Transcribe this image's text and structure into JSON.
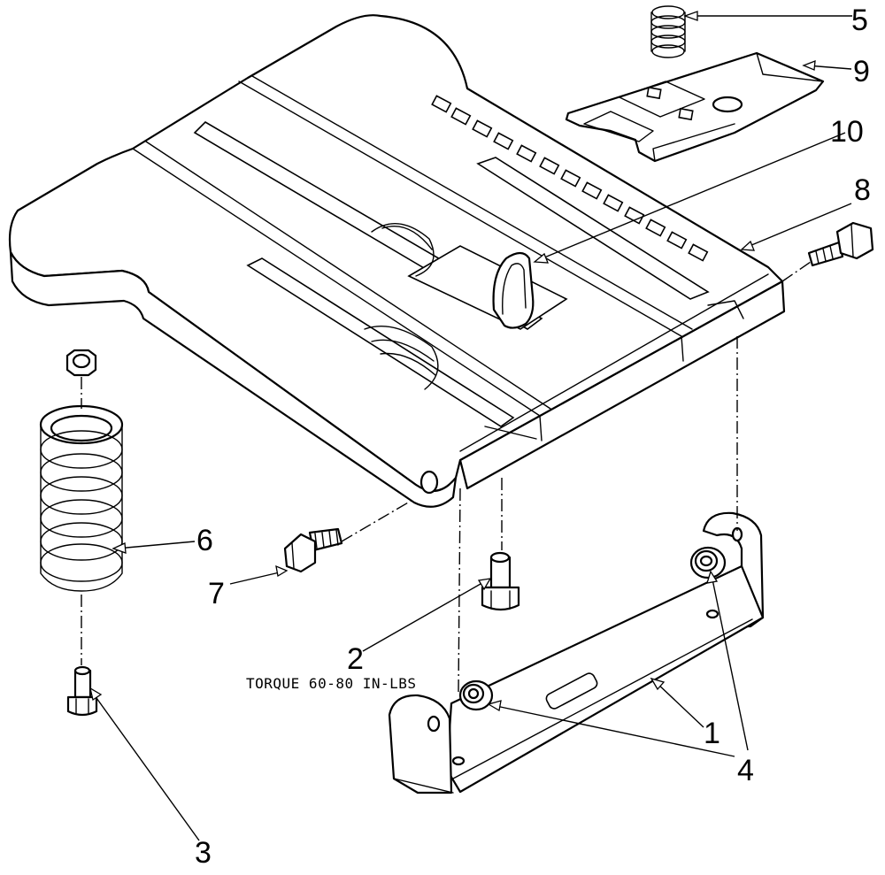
{
  "callouts": {
    "c1": "1",
    "c2": "2",
    "c3": "3",
    "c4": "4",
    "c5": "5",
    "c6": "6",
    "c7": "7",
    "c8": "8",
    "c9": "9",
    "c10": "10"
  },
  "note": "TORQUE 60-80 IN-LBS"
}
